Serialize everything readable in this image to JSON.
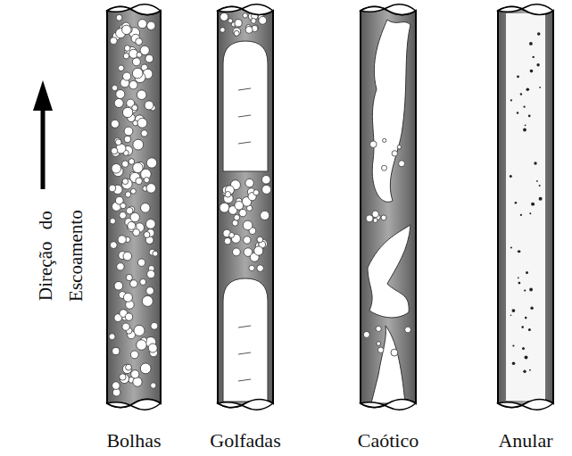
{
  "diagram": {
    "labels": [
      "Direção do Escoamento",
      "Bolhas",
      "Golfadas",
      "Caótico",
      "Anular"
    ]
  }
}
